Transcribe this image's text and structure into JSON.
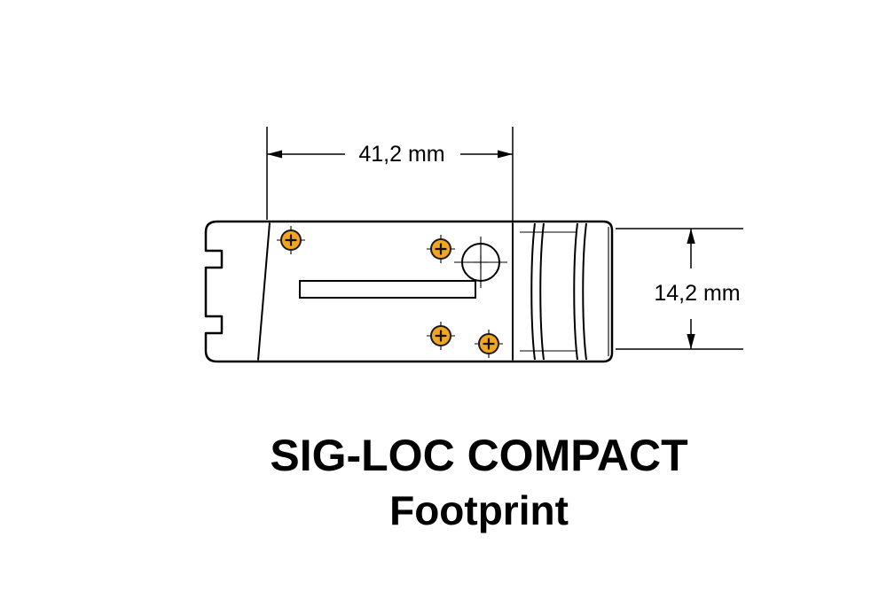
{
  "diagram": {
    "title": {
      "line1": "SIG-LOC COMPACT",
      "line2": "Footprint"
    },
    "dimensions": {
      "width_label": "41,2 mm",
      "height_label": "14,2 mm"
    },
    "colors": {
      "line": "#000000",
      "background": "#FFFFFF",
      "screw_fill": "#F2A51E",
      "screw_outline": "#1A1A1A"
    },
    "screws": {
      "count": 4
    }
  }
}
